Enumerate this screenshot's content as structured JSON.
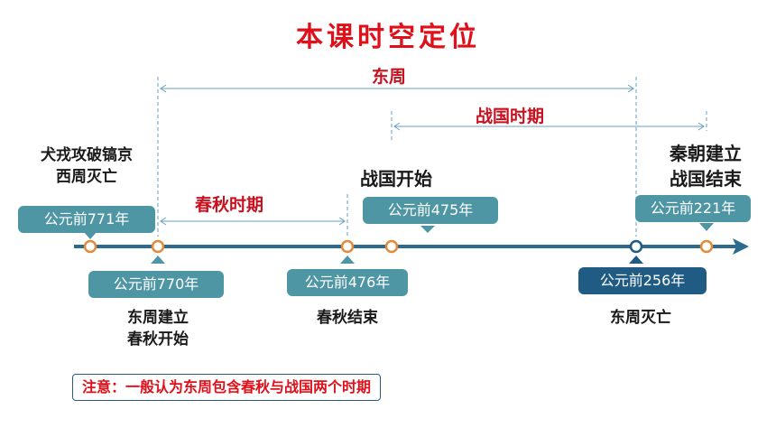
{
  "title": "本课时空定位",
  "periods": {
    "dong_zhou": "东周",
    "zhan_guo": "战国时期",
    "chun_qiu": "春秋时期"
  },
  "events": {
    "quanrong": [
      "犬戎攻破镐京",
      "西周灭亡"
    ],
    "zhanguo_start": "战国开始",
    "qin": [
      "秦朝建立",
      "战国结束"
    ],
    "dongzhou_founded": [
      "东周建立",
      "春秋开始"
    ],
    "chunqiu_end": "春秋结束",
    "dongzhou_end": "东周灭亡"
  },
  "dates": {
    "d771": "公元前771年",
    "d770": "公元前770年",
    "d476": "公元前476年",
    "d475": "公元前475年",
    "d256": "公元前256年",
    "d221": "公元前221年"
  },
  "note": "注意：一般认为东周包含春秋与战国两个时期",
  "colors": {
    "title": "#e0101a",
    "axis": "#2c6a8e",
    "badge": "#4f96a4",
    "badge_dark": "#1f5b83",
    "point": "#e08a3a"
  }
}
